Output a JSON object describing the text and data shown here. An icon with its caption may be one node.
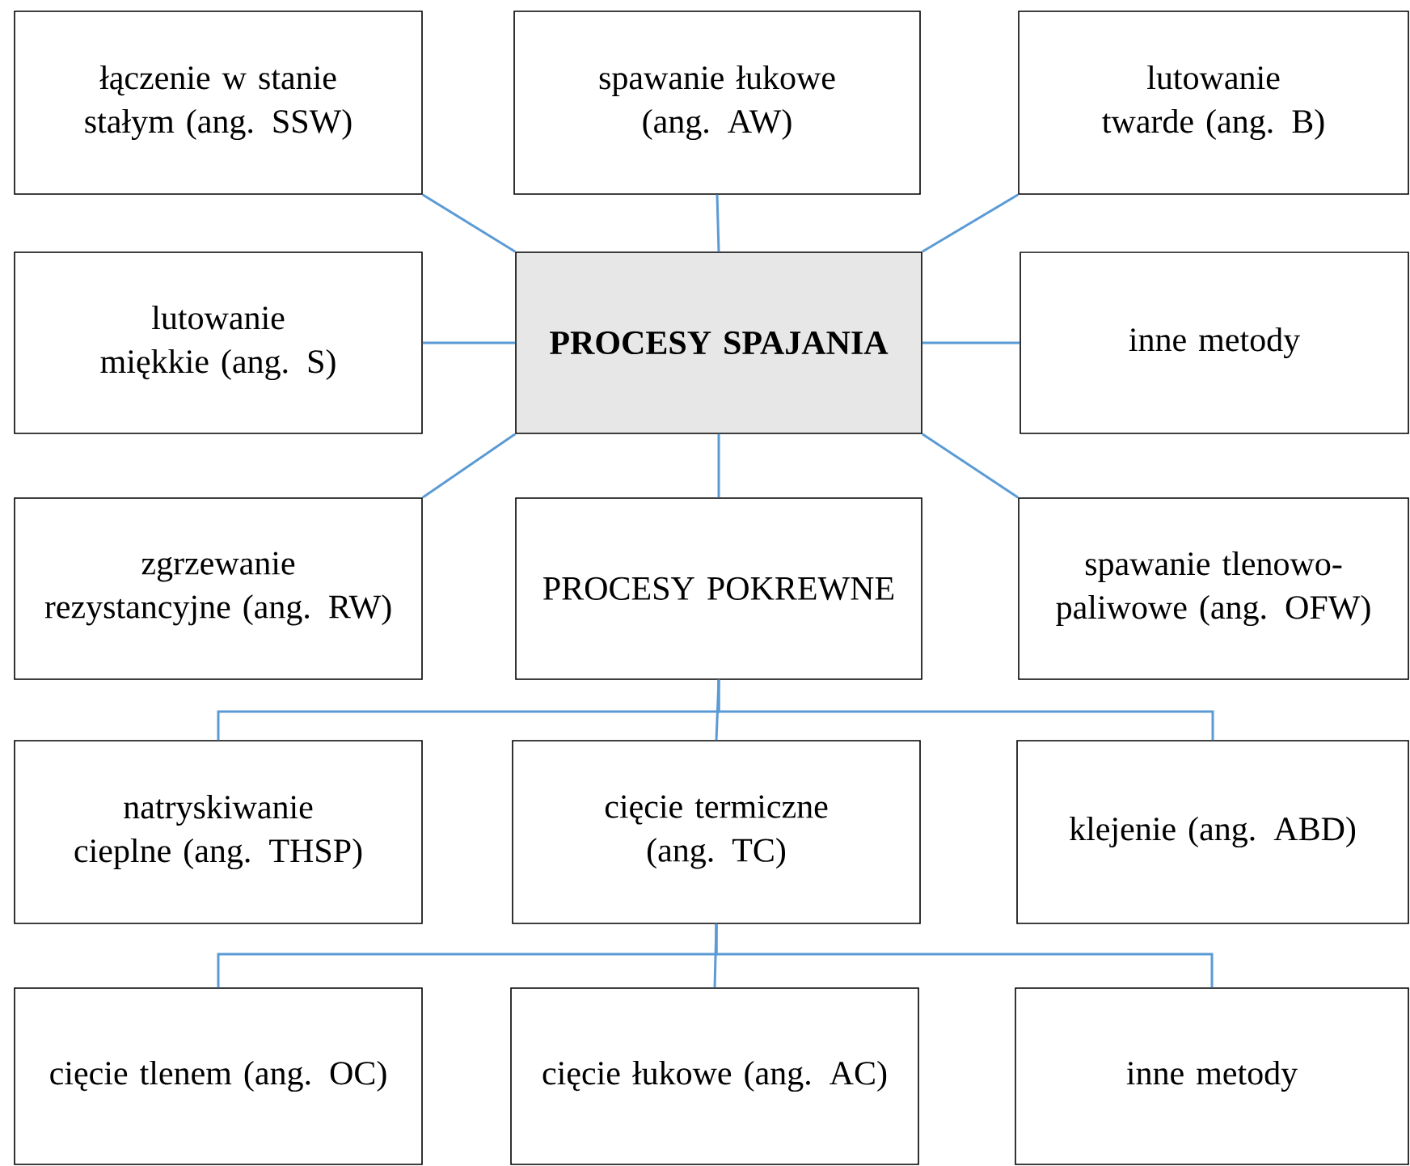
{
  "diagram": {
    "nodes": [
      {
        "text": [
          "łączenie w stanie stałym (ang. SSW)"
        ]
      },
      {
        "text": [
          "spawanie łukowe (ang. AW)"
        ]
      },
      {
        "text": [
          "lutowanie twarde (ang. B)"
        ]
      },
      {
        "text": [
          "lutowanie miękkie (ang. S)"
        ]
      },
      {
        "text": [
          "PROCESY SPAJANIA"
        ]
      },
      {
        "text": [
          "inne metody"
        ]
      },
      {
        "text": [
          "zgrzewanie rezystancyjne (ang. RW)"
        ]
      },
      {
        "text": [
          "PROCESY POKREWNE"
        ]
      },
      {
        "text": [
          "spawanie tlenowo-paliwowe (ang. OFW)"
        ]
      },
      {
        "text": [
          "natryskiwanie cieplne (ang. THSP)"
        ]
      },
      {
        "text": [
          "cięcie termiczne (ang. TC)"
        ]
      },
      {
        "text": [
          "klejenie (ang. ABD)"
        ]
      },
      {
        "text": [
          "cięcie tlenem (ang. OC)"
        ]
      },
      {
        "text": [
          "cięcie łukowe (ang. AC)"
        ]
      },
      {
        "text": [
          "inne metody"
        ]
      }
    ],
    "edges": [
      {
        "from": 4,
        "to": 0,
        "arrow": "none"
      },
      {
        "from": 4,
        "to": 1,
        "arrow": "none"
      },
      {
        "from": 4,
        "to": 2,
        "arrow": "none"
      },
      {
        "from": 4,
        "to": 3,
        "arrow": "none"
      },
      {
        "from": 4,
        "to": 5,
        "arrow": "none"
      },
      {
        "from": 4,
        "to": 6,
        "arrow": "none"
      },
      {
        "from": 4,
        "to": 7,
        "arrow": "none"
      },
      {
        "from": 4,
        "to": 8,
        "arrow": "none"
      },
      {
        "from": 7,
        "to": 9,
        "arrow": "none"
      },
      {
        "from": 7,
        "to": 10,
        "arrow": "none"
      },
      {
        "from": 7,
        "to": 11,
        "arrow": "none"
      },
      {
        "from": 10,
        "to": 12,
        "arrow": "none"
      },
      {
        "from": 10,
        "to": 13,
        "arrow": "none"
      },
      {
        "from": 10,
        "to": 14,
        "arrow": "none"
      }
    ]
  }
}
